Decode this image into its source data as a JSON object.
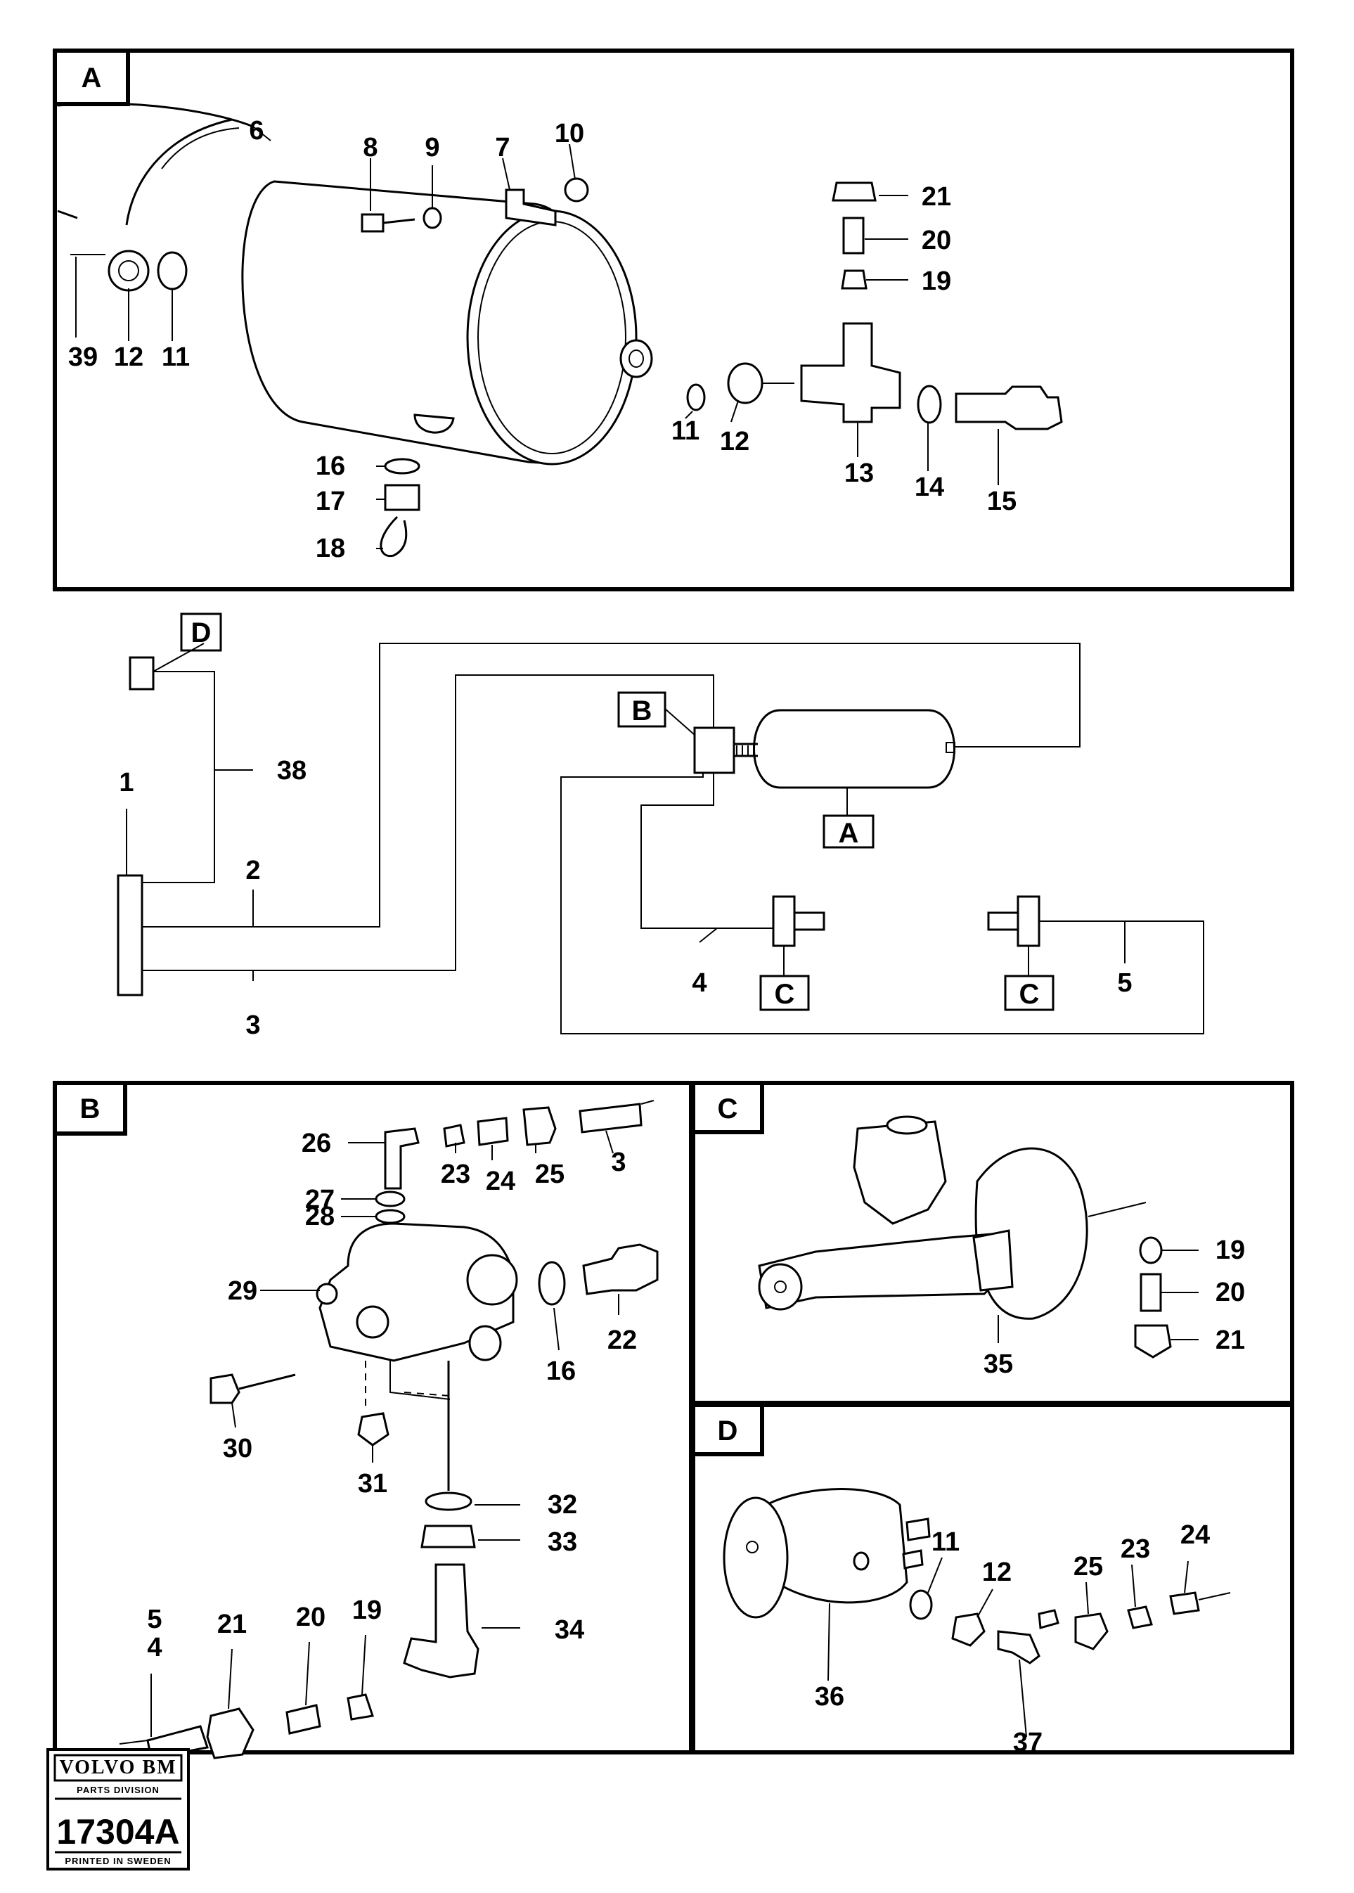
{
  "sections": {
    "A": "A",
    "B": "B",
    "C": "C",
    "D": "D"
  },
  "schematic": {
    "label_a": "A",
    "label_b": "B",
    "label_c1": "C",
    "label_c2": "C",
    "label_d": "D",
    "p1": "1",
    "p2": "2",
    "p3": "3",
    "p4": "4",
    "p5": "5",
    "p38": "38"
  },
  "section_a": {
    "p6": "6",
    "p7": "7",
    "p8": "8",
    "p9": "9",
    "p10": "10",
    "p11a": "11",
    "p11b": "11",
    "p12a": "12",
    "p12b": "12",
    "p13": "13",
    "p14": "14",
    "p15": "15",
    "p16": "16",
    "p17": "17",
    "p18": "18",
    "p19": "19",
    "p20": "20",
    "p21": "21",
    "p39": "39"
  },
  "section_b": {
    "p3": "3",
    "p4": "4",
    "p5": "5",
    "p16": "16",
    "p19": "19",
    "p20": "20",
    "p21": "21",
    "p22": "22",
    "p23": "23",
    "p24": "24",
    "p25": "25",
    "p26": "26",
    "p27": "27",
    "p28": "28",
    "p29": "29",
    "p30": "30",
    "p31": "31",
    "p32": "32",
    "p33": "33",
    "p34": "34"
  },
  "section_c": {
    "p19": "19",
    "p20": "20",
    "p21": "21",
    "p35": "35"
  },
  "section_d": {
    "p11": "11",
    "p12": "12",
    "p23": "23",
    "p24": "24",
    "p25": "25",
    "p36": "36",
    "p37": "37"
  },
  "logo": {
    "brand": "VOLVO BM",
    "division": "PARTS DIVISION",
    "number": "17304A",
    "printed": "PRINTED IN SWEDEN"
  }
}
